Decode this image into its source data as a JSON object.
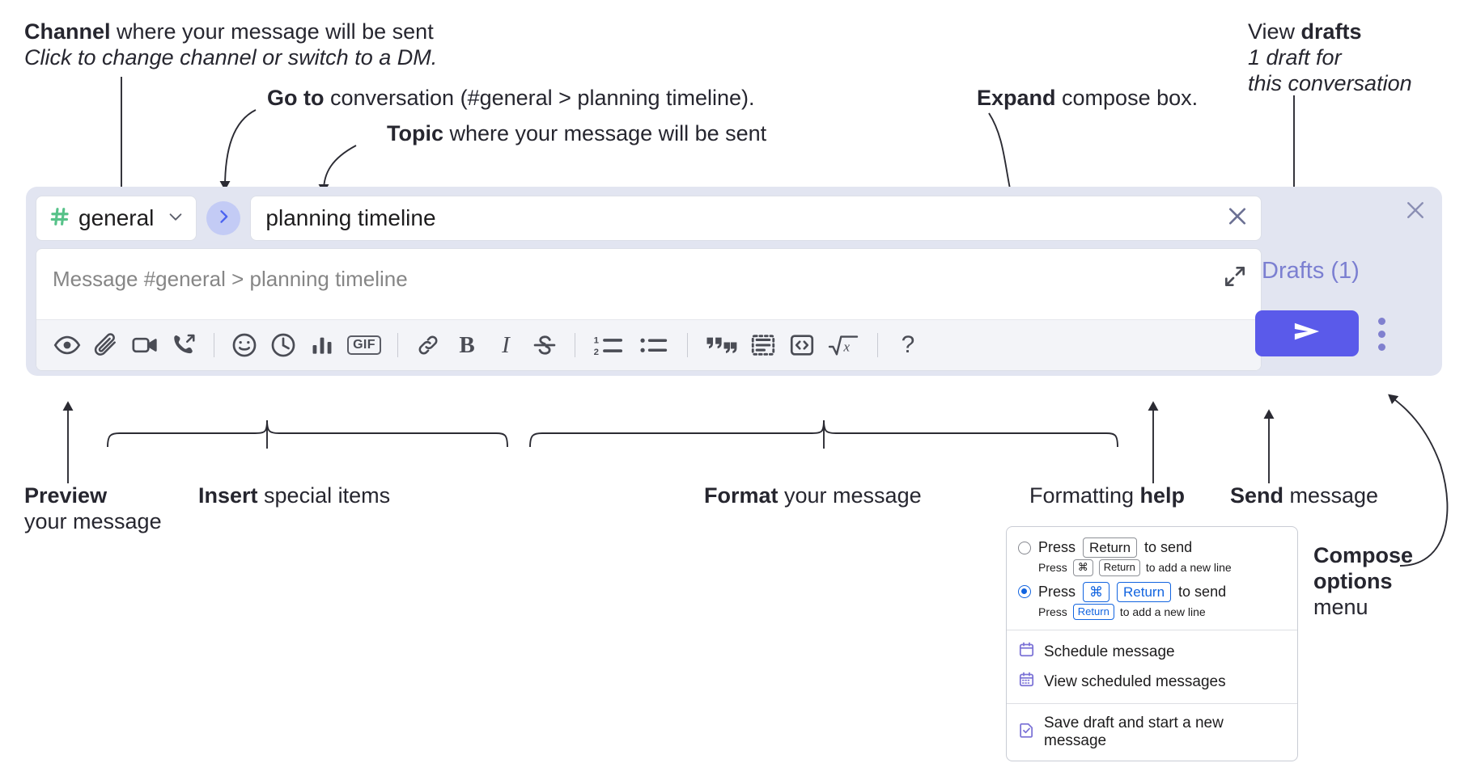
{
  "annotations": {
    "channel": {
      "bold": "Channel",
      "rest": " where your message will be sent",
      "italic": "Click to change channel or switch to a DM."
    },
    "goto": {
      "bold": "Go to",
      "rest": " conversation (#general > planning timeline)."
    },
    "topic": {
      "bold": "Topic",
      "rest": " where your message will be sent"
    },
    "expand": {
      "bold": "Expand",
      "rest": " compose box."
    },
    "drafts": {
      "pre": "View ",
      "bold": "drafts",
      "italic_line1": "1 draft for",
      "italic_line2": "this conversation"
    },
    "preview": {
      "bold": "Preview",
      "rest": "your message"
    },
    "insert": {
      "bold": "Insert",
      "rest": " special items"
    },
    "format": {
      "bold": "Format",
      "rest": " your message"
    },
    "formatting_help": {
      "pre": "Formatting ",
      "bold": "help"
    },
    "send": {
      "bold": "Send",
      "rest": " message"
    },
    "compose_options": {
      "bold_line1": "Compose",
      "bold_line2": "options",
      "rest": "menu"
    }
  },
  "compose": {
    "channel_selector": {
      "hash": "#",
      "name": "general",
      "chevron": "chevron-down-icon"
    },
    "goto_button": "go-to-conversation-icon",
    "topic_input": {
      "value": "planning timeline",
      "clear": "close-icon"
    },
    "message_input": {
      "placeholder": "Message #general > planning timeline",
      "value": ""
    },
    "expand_button": "expand-icon",
    "shell_close": "close-icon",
    "drafts_link": "Drafts (1)",
    "send_button": "send-icon",
    "options_button": "kebab-menu-icon",
    "toolbar": [
      {
        "name": "preview-icon",
        "label": "Preview"
      },
      {
        "name": "attachment-icon",
        "label": "Attach file"
      },
      {
        "name": "video-clip-icon",
        "label": "Record video clip"
      },
      {
        "name": "audio-clip-icon",
        "label": "Record audio clip"
      },
      {
        "name": "separator",
        "label": ""
      },
      {
        "name": "emoji-icon",
        "label": "Emoji"
      },
      {
        "name": "clock-icon",
        "label": "Reminder"
      },
      {
        "name": "poll-icon",
        "label": "Poll"
      },
      {
        "name": "gif-icon",
        "label": "GIF"
      },
      {
        "name": "separator",
        "label": ""
      },
      {
        "name": "link-icon",
        "label": "Link"
      },
      {
        "name": "bold-icon",
        "label": "B"
      },
      {
        "name": "italic-icon",
        "label": "I"
      },
      {
        "name": "strikethrough-icon",
        "label": "Strikethrough"
      },
      {
        "name": "separator",
        "label": ""
      },
      {
        "name": "ordered-list-icon",
        "label": "Ordered list"
      },
      {
        "name": "bulleted-list-icon",
        "label": "Bulleted list"
      },
      {
        "name": "separator",
        "label": ""
      },
      {
        "name": "blockquote-icon",
        "label": "Blockquote"
      },
      {
        "name": "code-block-icon",
        "label": "Code block"
      },
      {
        "name": "inline-code-icon",
        "label": "Code"
      },
      {
        "name": "math-icon",
        "label": "Math"
      },
      {
        "name": "separator",
        "label": ""
      },
      {
        "name": "help-icon",
        "label": "?"
      }
    ],
    "gif_label": "GIF",
    "bold_label": "B",
    "italic_label": "I",
    "help_label": "?"
  },
  "menu": {
    "options": [
      {
        "selected": false,
        "pre": "Press",
        "keys": [
          "Return"
        ],
        "post": "to send",
        "sub_pre": "Press",
        "sub_keys": [
          "⌘",
          "Return"
        ],
        "sub_post": "to add a new line"
      },
      {
        "selected": true,
        "pre": "Press",
        "keys": [
          "⌘",
          "Return"
        ],
        "post": "to send",
        "sub_pre": "Press",
        "sub_keys": [
          "Return"
        ],
        "sub_post": "to add a new line"
      }
    ],
    "items": [
      {
        "icon": "calendar-icon",
        "label": "Schedule message"
      },
      {
        "icon": "calendar-grid-icon",
        "label": "View scheduled messages"
      },
      {
        "icon": "save-draft-icon",
        "label": "Save draft and start a new message"
      }
    ]
  },
  "colors": {
    "shell_bg": "#e2e5f1",
    "send_purple": "#5a5aea",
    "drafts_purple": "#7b7fd1",
    "hash_green": "#57c289",
    "goto_blue_bg": "#c3cbf5",
    "goto_blue_fg": "#4a62f0",
    "key_blue": "#1264e0",
    "menu_icon_purple": "#7b72d6",
    "text_dark": "#26262f"
  }
}
